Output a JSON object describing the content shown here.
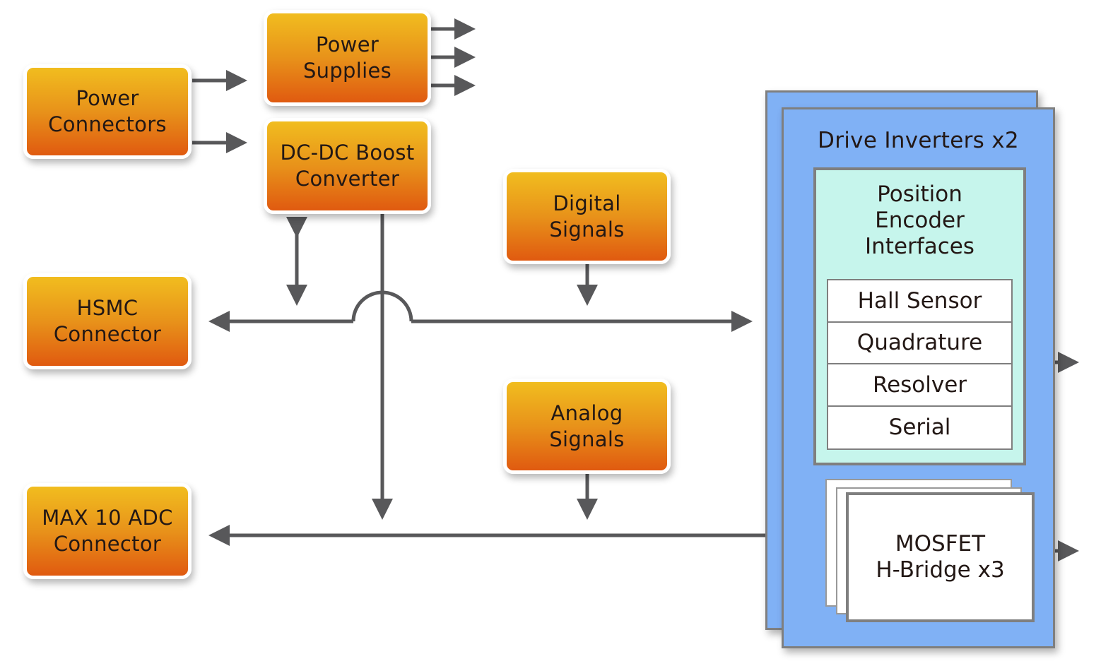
{
  "colors": {
    "block_top": "#f1bd1f",
    "block_bottom": "#e05a10",
    "wire": "#58585a",
    "inverter_fill": "#80b1f5",
    "encoder_fill": "#c6f5ec",
    "border_gray": "#7f7f7f"
  },
  "blocks": {
    "power_connectors": "Power\nConnectors",
    "power_supplies": "Power\nSupplies",
    "dcdc_boost": "DC-DC Boost\nConverter",
    "digital_signals": "Digital\nSignals",
    "hsmc_connector": "HSMC\nConnector",
    "analog_signals": "Analog\nSignals",
    "max10_adc": "MAX 10 ADC\nConnector"
  },
  "drive_inverters": {
    "title": "Drive Inverters x2",
    "encoder": {
      "title": "Position\nEncoder\nInterfaces",
      "items": [
        "Hall Sensor",
        "Quadrature",
        "Resolver",
        "Serial"
      ]
    },
    "hbridge": "MOSFET\nH-Bridge x3"
  }
}
